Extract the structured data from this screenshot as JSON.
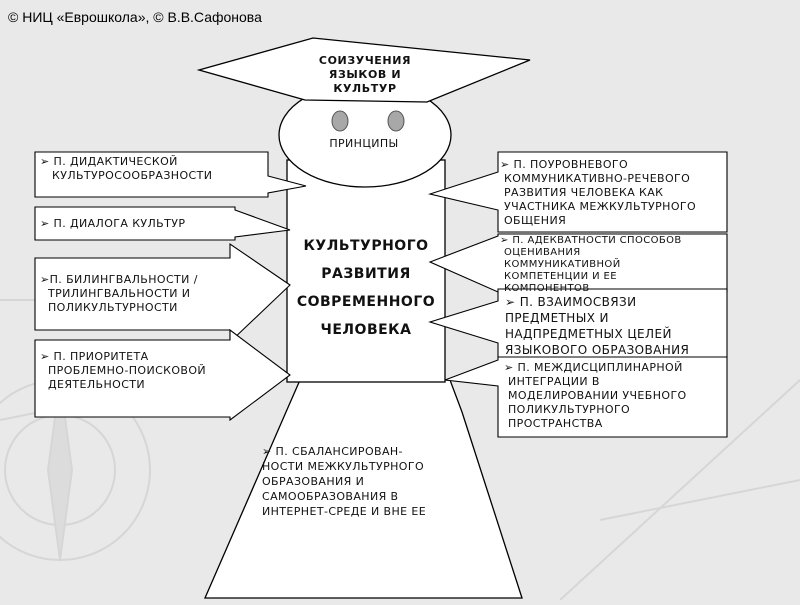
{
  "header": {
    "credit": "© НИЦ «Еврошкола», © В.В.Сафонова"
  },
  "bullet": "➢",
  "cap": {
    "title_lines": [
      "СОИЗУЧЕНИЯ",
      "ЯЗЫКОВ И",
      "КУЛЬТУР"
    ]
  },
  "head": {
    "label": "ПРИНЦИПЫ"
  },
  "core": {
    "lines": [
      "КУЛЬТУРНОГО",
      "РАЗВИТИЯ",
      "СОВРЕМЕННОГО",
      "ЧЕЛОВЕКА"
    ]
  },
  "left_principles": [
    {
      "lines": [
        "П. ДИДАКТИЧЕСКОЙ",
        "КУЛЬТУРОСООБРАЗНОСТИ"
      ]
    },
    {
      "lines": [
        "П. ДИАЛОГА КУЛЬТУР"
      ]
    },
    {
      "lines": [
        "П. БИЛИНГВАЛЬНОСТИ /",
        "ТРИЛИНГВАЛЬНОСТИ И",
        "ПОЛИКУЛЬТУРНОСТИ"
      ]
    },
    {
      "lines": [
        "П. ПРИОРИТЕТА",
        "ПРОБЛЕМНО-ПОИСКОВОЙ",
        "ДЕЯТЕЛЬНОСТИ"
      ]
    }
  ],
  "right_principles": [
    {
      "lines": [
        "П. ПОУРОВНЕВОГО",
        "КОММУНИКАТИВНО-РЕЧЕВОГО",
        "РАЗВИТИЯ ЧЕЛОВЕКА КАК",
        "УЧАСТНИКА МЕЖКУЛЬТУРНОГО",
        "ОБЩЕНИЯ"
      ]
    },
    {
      "lines": [
        "П. АДЕКВАТНОСТИ СПОСОБОВ",
        "ОЦЕНИВАНИЯ",
        "КОММУНИКАТИВНОЙ",
        "КОМПЕТЕНЦИИ И ЕЕ",
        "КОМПОНЕНТОВ"
      ]
    },
    {
      "lines": [
        "П. ВЗАИМОСВЯЗИ",
        "ПРЕДМЕТНЫХ И",
        "НАДПРЕДМЕТНЫХ ЦЕЛЕЙ",
        "ЯЗЫКОВОГО ОБРАЗОВАНИЯ"
      ]
    },
    {
      "lines": [
        "П. МЕЖДИСЦИПЛИНАРНОЙ",
        "ИНТЕГРАЦИИ В",
        "МОДЕЛИРОВАНИИ УЧЕБНОГО",
        "ПОЛИКУЛЬТУРНОГО",
        "ПРОСТРАНСТВА"
      ]
    }
  ],
  "bottom_principle": {
    "lines": [
      "П. СБАЛАНСИРОВАН-",
      "НОСТИ МЕЖКУЛЬТУРНОГО",
      "ОБРАЗОВАНИЯ И",
      "САМООБРАЗОВАНИЯ В",
      "ИНТЕРНЕТ-СРЕДЕ И ВНЕ ЕЕ"
    ]
  }
}
